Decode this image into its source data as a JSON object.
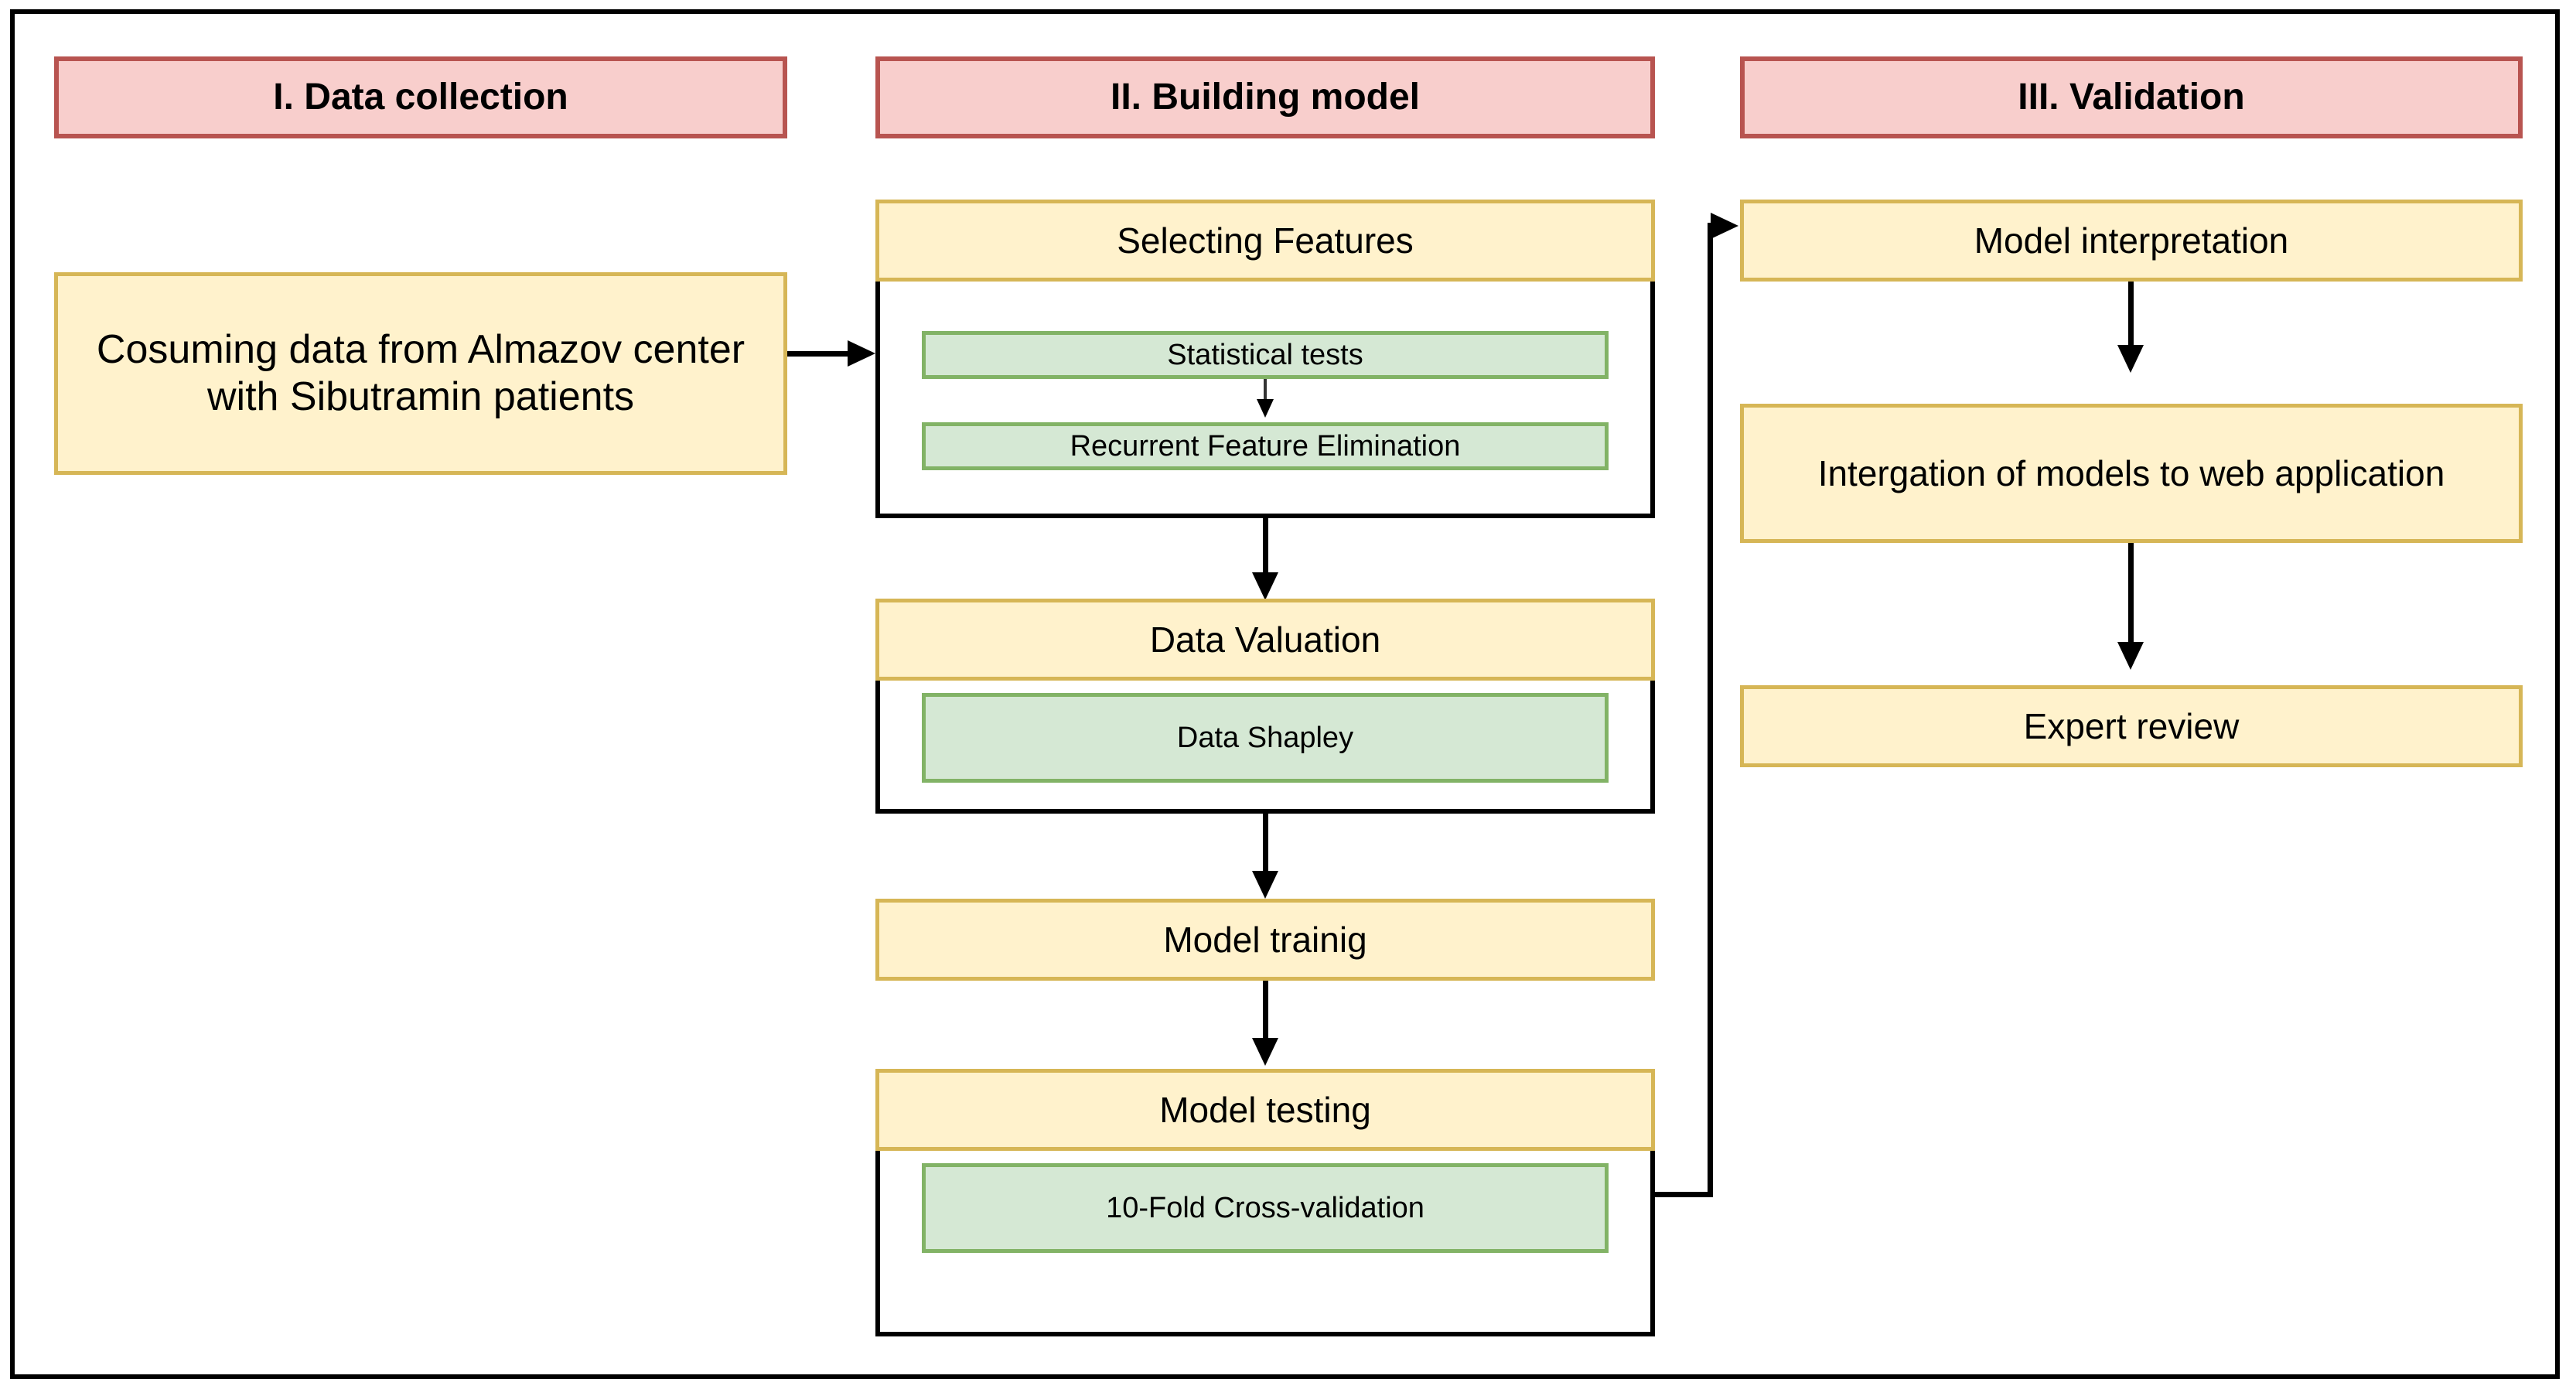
{
  "diagram": {
    "title": "Machine learning study pipeline flowchart",
    "colors": {
      "phase_fill": "#f8cecc",
      "phase_border": "#b85450",
      "step_fill": "#fff2cc",
      "step_border": "#d6b656",
      "substep_fill": "#d5e8d4",
      "substep_border": "#82b366",
      "connector": "#000000",
      "frame": "#000000"
    },
    "phases": [
      {
        "id": "phase-1",
        "label": "I. Data collection"
      },
      {
        "id": "phase-2",
        "label": "II. Building model"
      },
      {
        "id": "phase-3",
        "label": "III. Validation"
      }
    ],
    "column_1": {
      "nodes": [
        {
          "id": "consuming-data",
          "label": "Cosuming data from Almazov center with Sibutramin patients"
        }
      ]
    },
    "column_2": {
      "nodes": [
        {
          "id": "selecting-features",
          "label": "Selecting Features",
          "children": [
            {
              "id": "statistical-tests",
              "label": "Statistical tests"
            },
            {
              "id": "recurrent-feature-elimination",
              "label": "Recurrent Feature Elimination"
            }
          ]
        },
        {
          "id": "data-valuation",
          "label": "Data Valuation",
          "children": [
            {
              "id": "data-shapley",
              "label": "Data Shapley"
            }
          ]
        },
        {
          "id": "model-training",
          "label": "Model trainig",
          "children": []
        },
        {
          "id": "model-testing",
          "label": "Model testing",
          "children": [
            {
              "id": "cross-validation",
              "label": "10-Fold Cross-validation"
            }
          ]
        }
      ]
    },
    "column_3": {
      "nodes": [
        {
          "id": "model-interpretation",
          "label": "Model interpretation"
        },
        {
          "id": "integration-web-app",
          "label": "Intergation of models to web application"
        },
        {
          "id": "expert-review",
          "label": "Expert review"
        }
      ]
    },
    "edges": [
      {
        "from": "consuming-data",
        "to": "selecting-features"
      },
      {
        "from": "statistical-tests",
        "to": "recurrent-feature-elimination"
      },
      {
        "from": "selecting-features",
        "to": "data-valuation"
      },
      {
        "from": "data-valuation",
        "to": "model-training"
      },
      {
        "from": "model-training",
        "to": "model-testing"
      },
      {
        "from": "model-testing",
        "to": "model-interpretation"
      },
      {
        "from": "model-interpretation",
        "to": "integration-web-app"
      },
      {
        "from": "integration-web-app",
        "to": "expert-review"
      }
    ]
  }
}
